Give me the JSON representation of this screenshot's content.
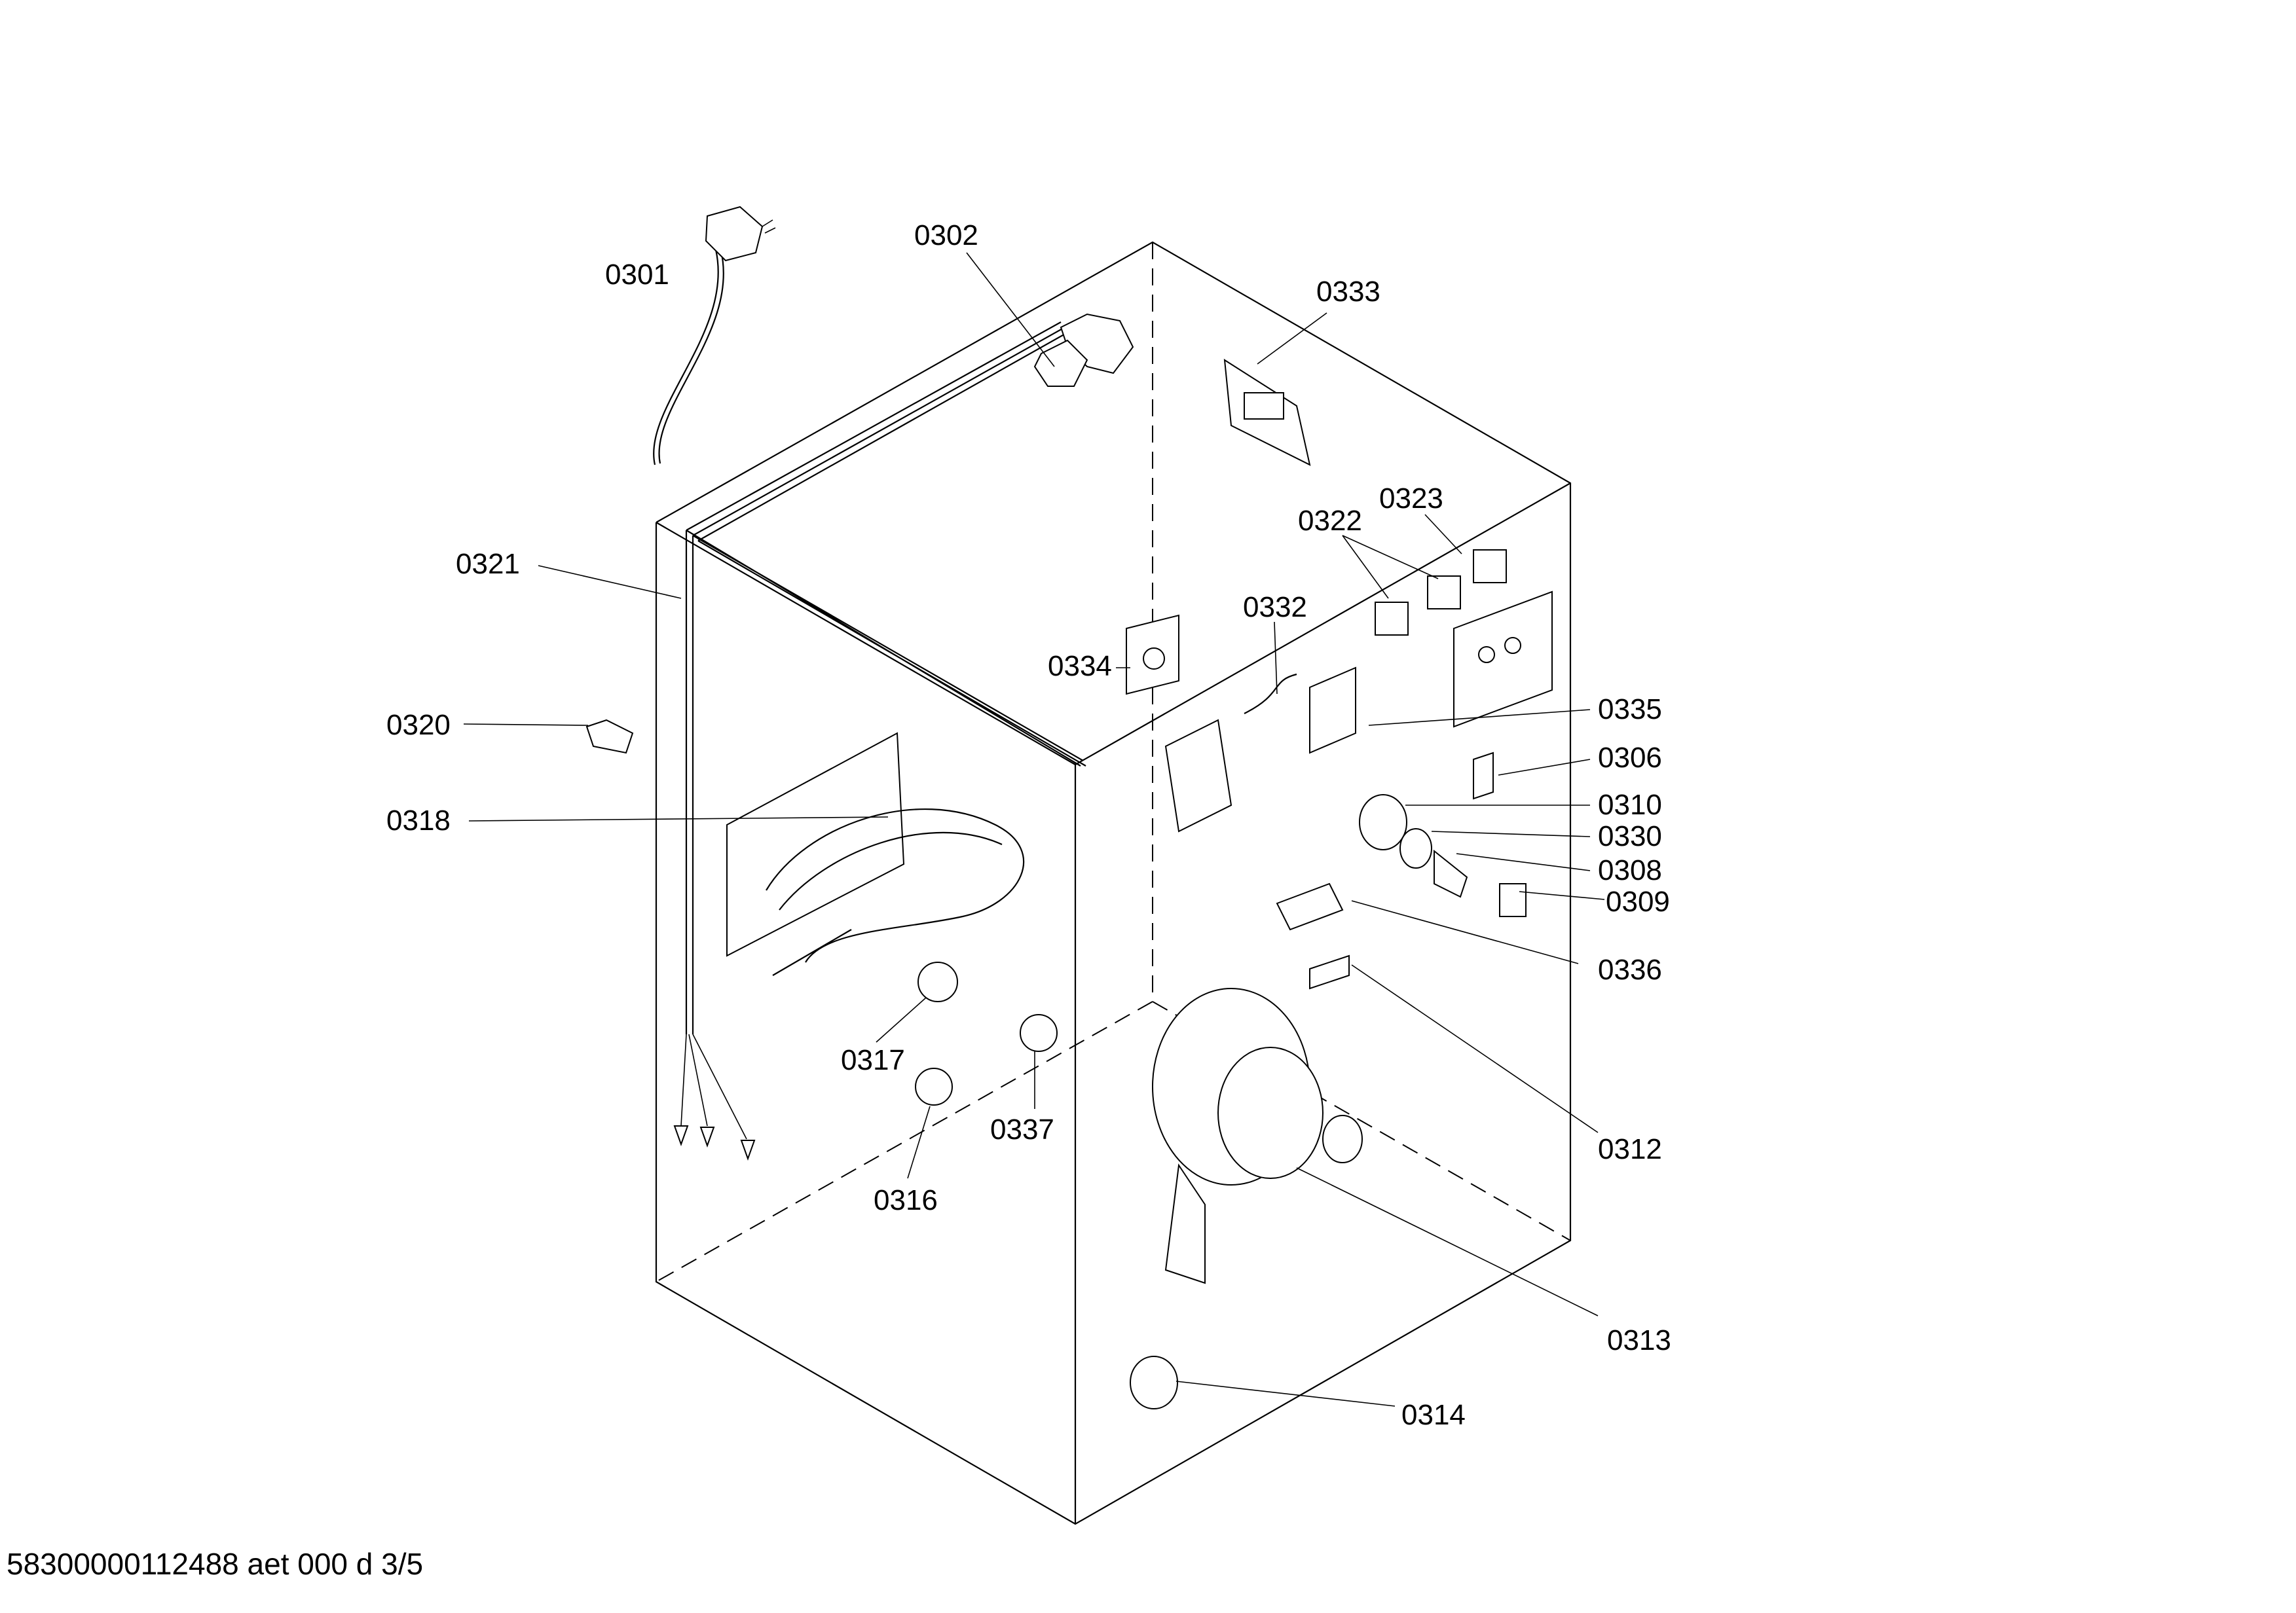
{
  "labels": {
    "p0301": "0301",
    "p0302": "0302",
    "p0333": "0333",
    "p0323": "0323",
    "p0322": "0322",
    "p0321": "0321",
    "p0332": "0332",
    "p0334": "0334",
    "p0335": "0335",
    "p0320": "0320",
    "p0306": "0306",
    "p0310": "0310",
    "p0330": "0330",
    "p0318": "0318",
    "p0308": "0308",
    "p0309": "0309",
    "p0336": "0336",
    "p0317": "0317",
    "p0337": "0337",
    "p0312": "0312",
    "p0316": "0316",
    "p0313": "0313",
    "p0314": "0314"
  },
  "footer": "58300000112488 aet 000 d 3/5"
}
